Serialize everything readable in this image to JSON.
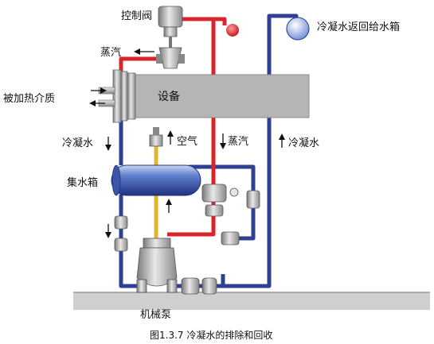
{
  "labels": {
    "control_valve": "控制阀",
    "steam_top": "蒸汽",
    "heated_medium": "被加热介质",
    "equipment": "设备",
    "condensate_left": "冷凝水",
    "air": "空气",
    "steam_mid": "蒸汽",
    "condensate_return": "冷凝水返回给水箱",
    "condensate_right": "冷凝水",
    "collector_tank": "集水箱",
    "mechanical_pump": "机械泵"
  },
  "caption": "图1.3.7 冷凝水的排除和回收",
  "colors": {
    "steam": "#d9242b",
    "condensate": "#2e3f94",
    "air": "#e2b52a",
    "equipment": "#b5b5b5",
    "tank": "#4a6ab8",
    "floor": "#c8c8c8"
  }
}
